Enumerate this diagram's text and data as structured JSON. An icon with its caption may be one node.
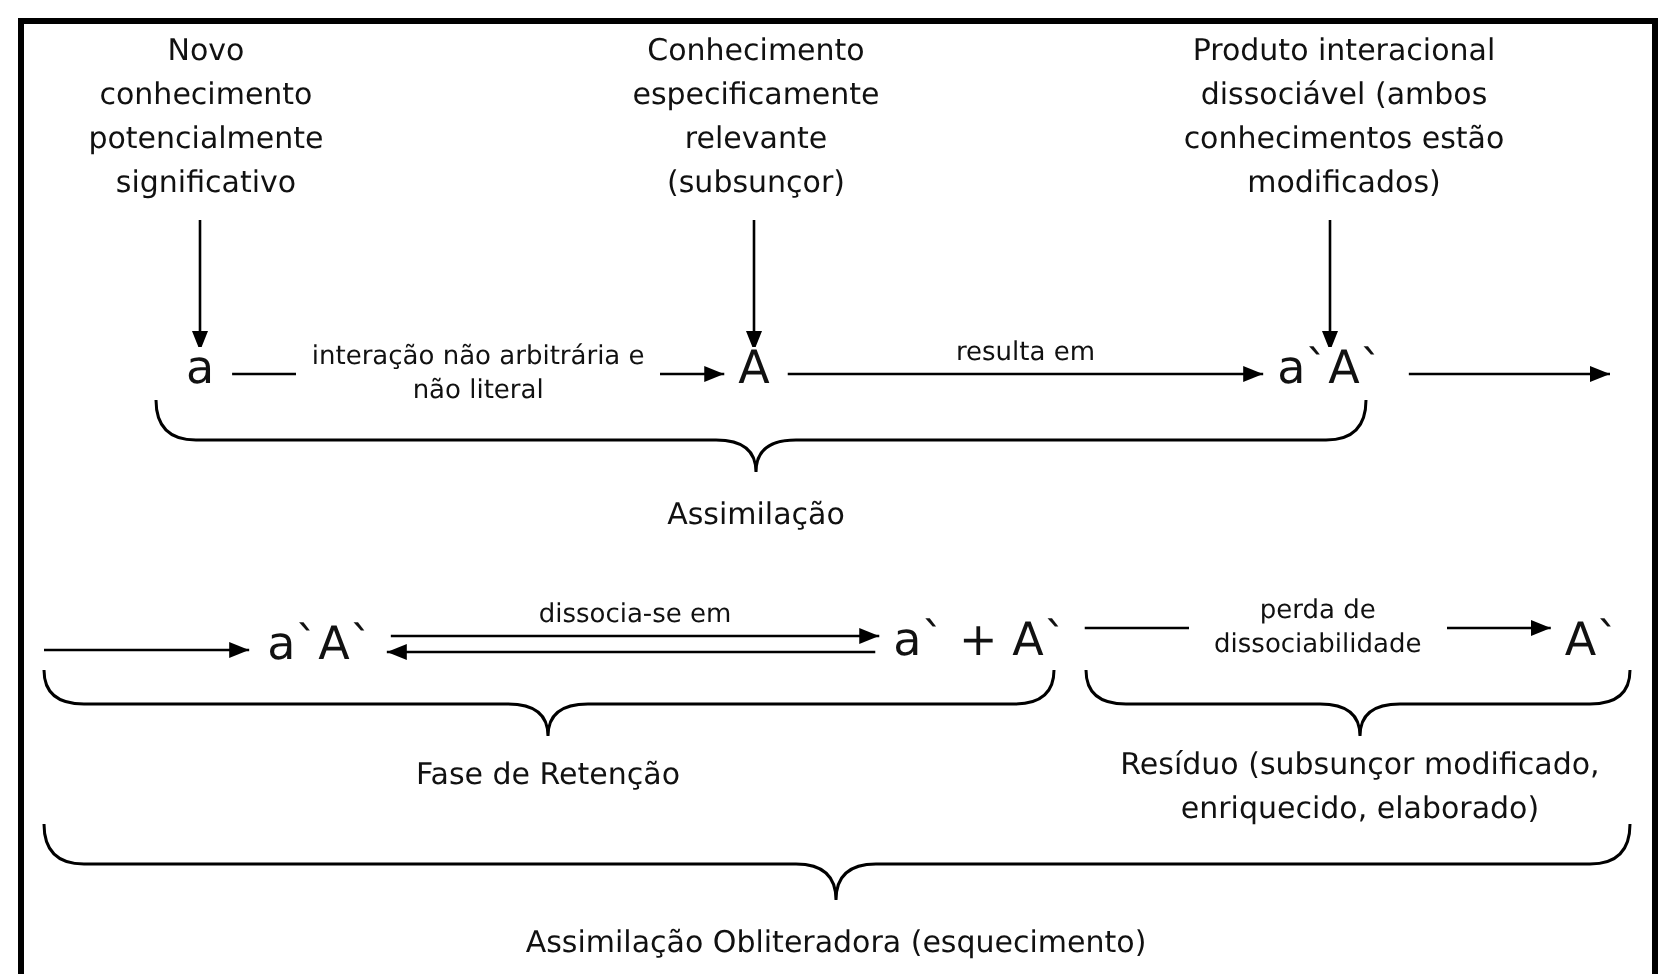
{
  "diagram": {
    "nodes": [
      {
        "text": [
          "Novo conhecimento potencialmente significativo"
        ]
      },
      {
        "text": [
          "Conhecimento especificamente relevante (subsunçor)"
        ]
      },
      {
        "text": [
          "Produto interacional dissociável (ambos conhecimentos estão modificados)"
        ]
      },
      {
        "text": [
          "a"
        ]
      },
      {
        "text": [
          "A"
        ]
      },
      {
        "text": [
          "a`A`"
        ]
      },
      {
        "text": [
          "a`A`"
        ]
      },
      {
        "text": [
          "a` + A`"
        ]
      },
      {
        "text": [
          "A`"
        ]
      }
    ],
    "edges": [
      {
        "from": 0,
        "to": 3,
        "arrow": "to"
      },
      {
        "from": 1,
        "to": 4,
        "arrow": "to"
      },
      {
        "from": 2,
        "to": 5,
        "arrow": "to"
      },
      {
        "from": 3,
        "to": 4,
        "arrow": "to",
        "label": "interação não arbitrária e não literal"
      },
      {
        "from": 4,
        "to": 5,
        "arrow": "to",
        "label": "resulta em"
      },
      {
        "from": 5,
        "to": null,
        "arrow": "to"
      },
      {
        "from": null,
        "to": 6,
        "arrow": "to"
      },
      {
        "from": 6,
        "to": 7,
        "arrow": "to",
        "label": "dissocia-se em"
      },
      {
        "from": 7,
        "to": 6,
        "arrow": "to"
      },
      {
        "from": 7,
        "to": 8,
        "arrow": "to",
        "label": "perda de dissociabilidade"
      }
    ],
    "labels": [
      "Assimilação",
      "Fase de Retenção",
      "Resíduo (subsunçor modificado, enriquecido, elaborado)",
      "Assimilação Obliteradora (esquecimento)"
    ]
  }
}
